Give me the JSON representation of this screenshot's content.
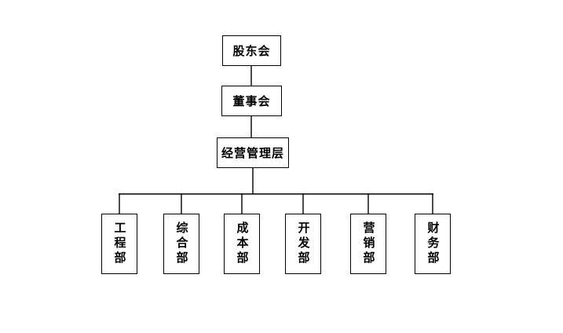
{
  "org_chart": {
    "top": {
      "label": "股东会"
    },
    "board": {
      "label": "董事会"
    },
    "management": {
      "label": "经营管理层"
    },
    "departments": [
      {
        "label": "工程部"
      },
      {
        "label": "综合部"
      },
      {
        "label": "成本部"
      },
      {
        "label": "开发部"
      },
      {
        "label": "营销部"
      },
      {
        "label": "财务部"
      }
    ]
  }
}
